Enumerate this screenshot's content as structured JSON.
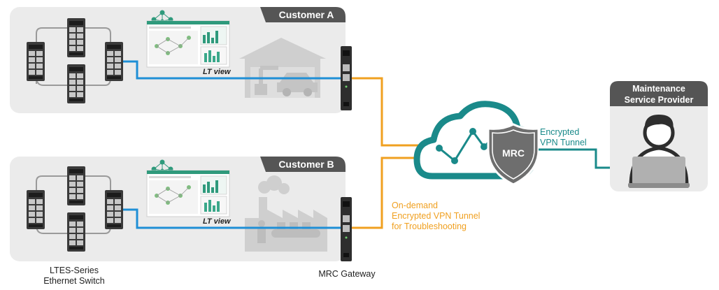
{
  "customers": [
    {
      "title": "Customer A",
      "ltview": "LT view"
    },
    {
      "title": "Customer B",
      "ltview": "LT view"
    }
  ],
  "service_provider": {
    "line1": "Maintenance",
    "line2": "Service Provider"
  },
  "cloud": {
    "badge": "MRC"
  },
  "captions": {
    "switch_line1": "LTES-Series",
    "switch_line2": "Ethernet Switch",
    "gateway": "MRC Gateway"
  },
  "tunnel_labels": {
    "encrypted_line1": "Encrypted",
    "encrypted_line2": "VPN Tunnel",
    "ondemand_line1": "On-demand",
    "ondemand_line2": "Encrypted VPN Tunnel",
    "ondemand_line3": "for Troubleshooting"
  },
  "colors": {
    "panel": "#ebebeb",
    "panel_title": "#555555",
    "lan_line": "#1f8fd6",
    "vpn_line": "#f0a020",
    "teal": "#1a8a8a",
    "device": "#2e2e2e"
  }
}
